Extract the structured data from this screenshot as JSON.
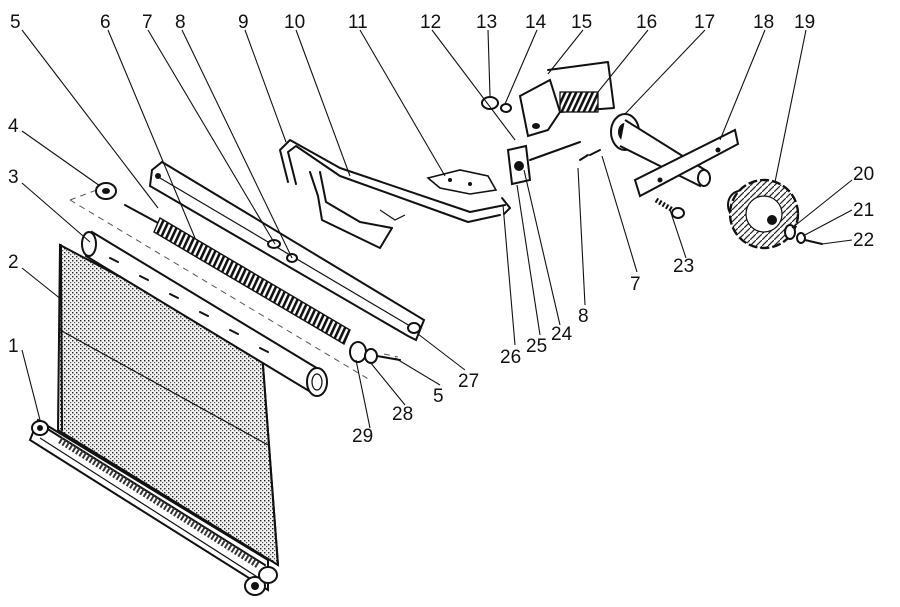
{
  "diagram": {
    "type": "exploded-assembly-drawing",
    "callouts": [
      {
        "id": "c1",
        "label": "1"
      },
      {
        "id": "c2",
        "label": "2"
      },
      {
        "id": "c3",
        "label": "3"
      },
      {
        "id": "c4",
        "label": "4"
      },
      {
        "id": "c5a",
        "label": "5"
      },
      {
        "id": "c5b",
        "label": "5"
      },
      {
        "id": "c6",
        "label": "6"
      },
      {
        "id": "c7a",
        "label": "7"
      },
      {
        "id": "c7b",
        "label": "7"
      },
      {
        "id": "c8a",
        "label": "8"
      },
      {
        "id": "c8b",
        "label": "8"
      },
      {
        "id": "c9",
        "label": "9"
      },
      {
        "id": "c10",
        "label": "10"
      },
      {
        "id": "c11",
        "label": "11"
      },
      {
        "id": "c12",
        "label": "12"
      },
      {
        "id": "c13",
        "label": "13"
      },
      {
        "id": "c14",
        "label": "14"
      },
      {
        "id": "c15",
        "label": "15"
      },
      {
        "id": "c16",
        "label": "16"
      },
      {
        "id": "c17",
        "label": "17"
      },
      {
        "id": "c18",
        "label": "18"
      },
      {
        "id": "c19",
        "label": "19"
      },
      {
        "id": "c20",
        "label": "20"
      },
      {
        "id": "c21",
        "label": "21"
      },
      {
        "id": "c22",
        "label": "22"
      },
      {
        "id": "c23",
        "label": "23"
      },
      {
        "id": "c24",
        "label": "24"
      },
      {
        "id": "c25",
        "label": "25"
      },
      {
        "id": "c26",
        "label": "26"
      },
      {
        "id": "c27",
        "label": "27"
      },
      {
        "id": "c28",
        "label": "28"
      },
      {
        "id": "c29",
        "label": "29"
      }
    ]
  }
}
